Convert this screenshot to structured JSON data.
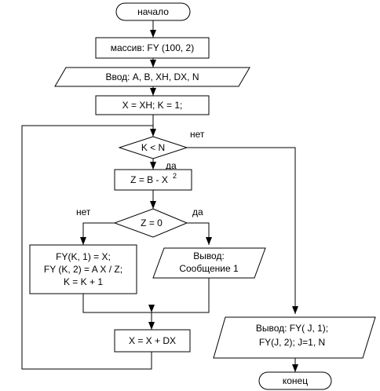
{
  "flowchart": {
    "start": "начало",
    "end": "конец",
    "array_decl": "массив: FY (100, 2)",
    "input": "Ввод: A, B,  XH,  DX,  N",
    "init": "X = XH; K = 1;",
    "loop_condition": "K < N",
    "loop_no": "нет",
    "loop_yes": "да",
    "compute_z": "Z = B - X",
    "compute_z_exp": "2",
    "z_condition": "Z = 0",
    "z_no": "нет",
    "z_yes": "да",
    "store_lines": [
      "FY(K, 1) = X;",
      "FY (K, 2) = A X / Z;",
      "K = K + 1"
    ],
    "message_lines": [
      "Вывод:",
      "Сообщение 1"
    ],
    "increment": "X = X + DX",
    "output_lines": [
      "Вывод: FY( J,  1);",
      "FY(J, 2); J=1, N"
    ]
  }
}
